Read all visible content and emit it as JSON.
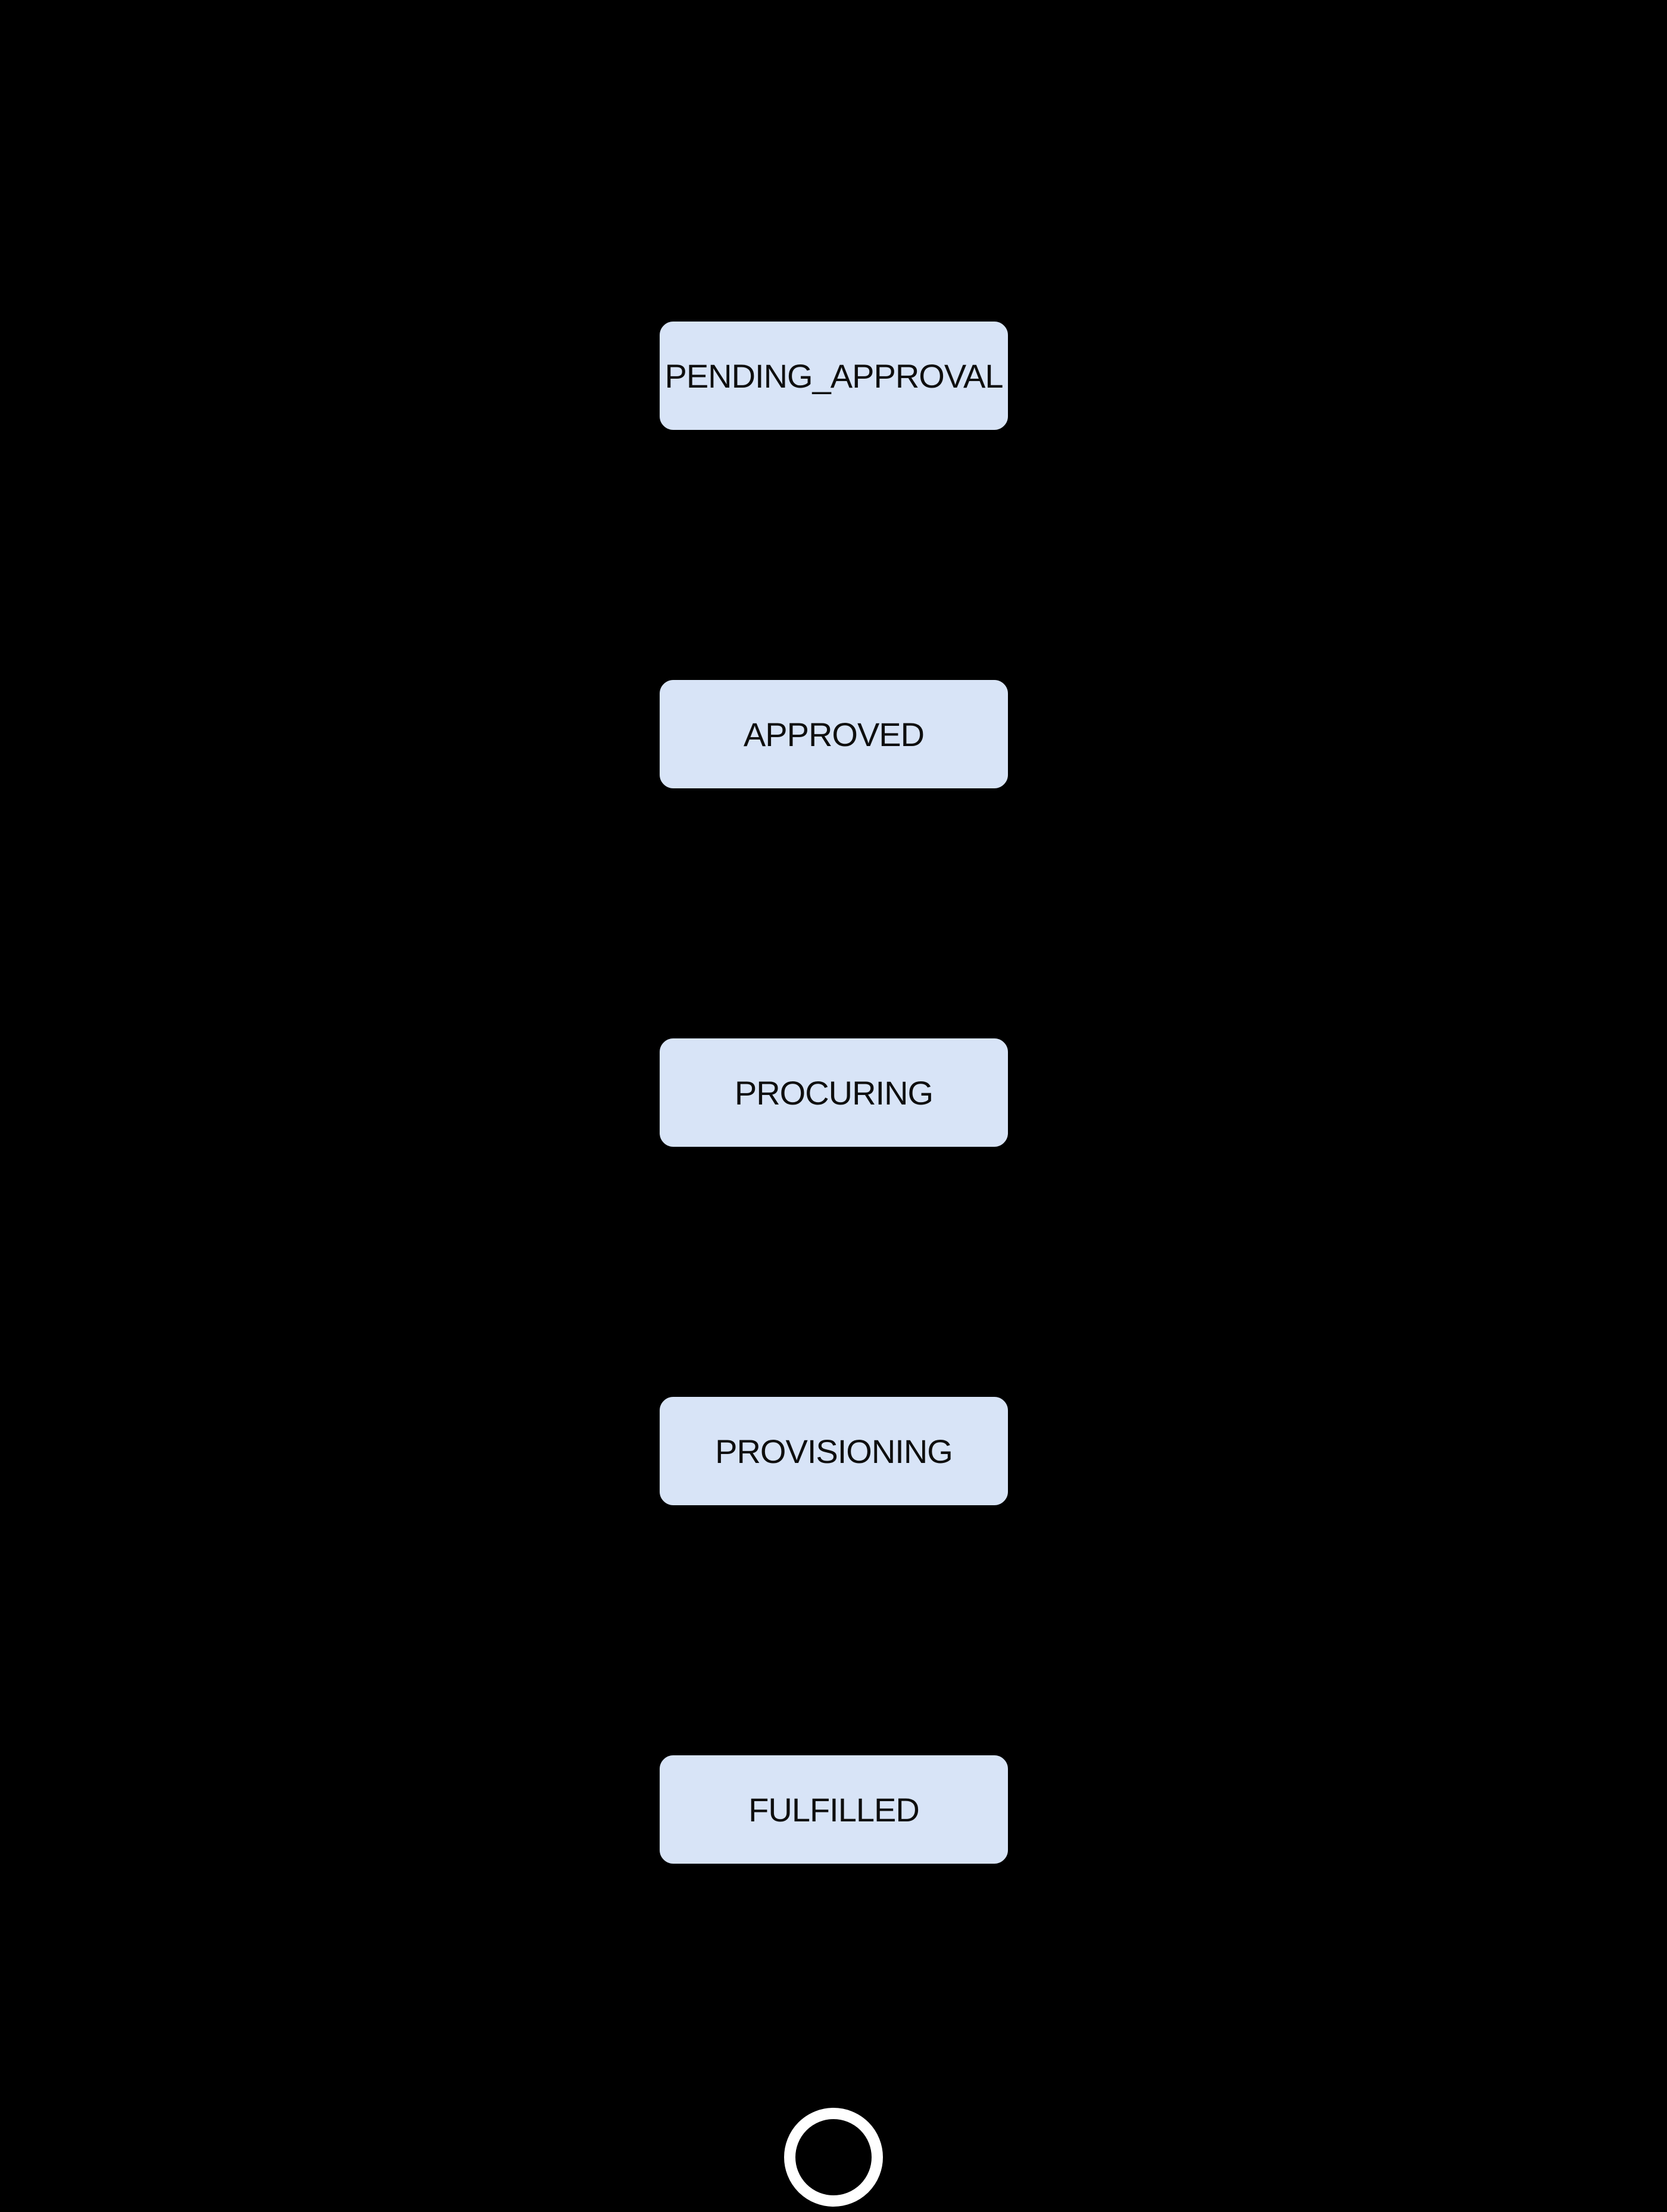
{
  "diagram": {
    "type": "state-flow",
    "orientation": "vertical",
    "colors": {
      "background": "#000000",
      "node-fill": "#d8e4f7",
      "node-border": "#000000",
      "node-text": "#0e0e0e",
      "final-ring": "#ffffff"
    },
    "nodes": [
      {
        "label": "PENDING_APPROVAL"
      },
      {
        "label": "APPROVED"
      },
      {
        "label": "PROCURING"
      },
      {
        "label": "PROVISIONING"
      },
      {
        "label": "FULFILLED"
      }
    ],
    "icons": {
      "final_state": "end-state-ring"
    }
  }
}
